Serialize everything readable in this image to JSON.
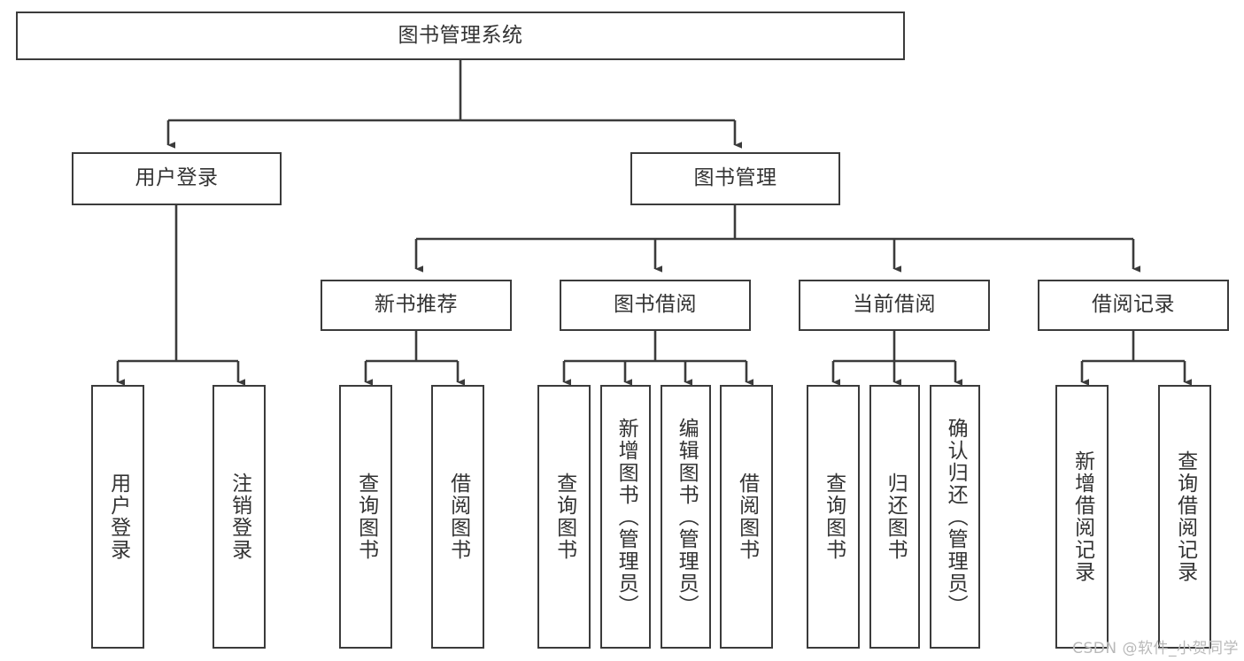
{
  "diagram": {
    "title": "图书管理系统",
    "type": "tree-hierarchy",
    "root": {
      "label": "图书管理系统"
    },
    "level2": [
      {
        "label": "用户登录"
      },
      {
        "label": "图书管理"
      }
    ],
    "level3": [
      {
        "label": "新书推荐"
      },
      {
        "label": "图书借阅"
      },
      {
        "label": "当前借阅"
      },
      {
        "label": "借阅记录"
      }
    ],
    "leaves": {
      "user_login": [
        {
          "label": "用户登录"
        },
        {
          "label": "注销登录"
        }
      ],
      "new_book_recommend": [
        {
          "label": "查询图书"
        },
        {
          "label": "借阅图书"
        }
      ],
      "book_borrow": [
        {
          "label": "查询图书"
        },
        {
          "label": "新增图书（管理员）"
        },
        {
          "label": "编辑图书（管理员）"
        },
        {
          "label": "借阅图书"
        }
      ],
      "current_borrow": [
        {
          "label": "查询图书"
        },
        {
          "label": "归还图书"
        },
        {
          "label": "确认归还（管理员）"
        }
      ],
      "borrow_record": [
        {
          "label": "新增借阅记录"
        },
        {
          "label": "查询借阅记录"
        }
      ]
    }
  },
  "watermark": {
    "text": "CSDN @软件_小贺同学"
  },
  "colors": {
    "stroke": "#3b3b3b",
    "text": "#333333",
    "background": "#ffffff",
    "watermark": "#b9b9b9"
  }
}
